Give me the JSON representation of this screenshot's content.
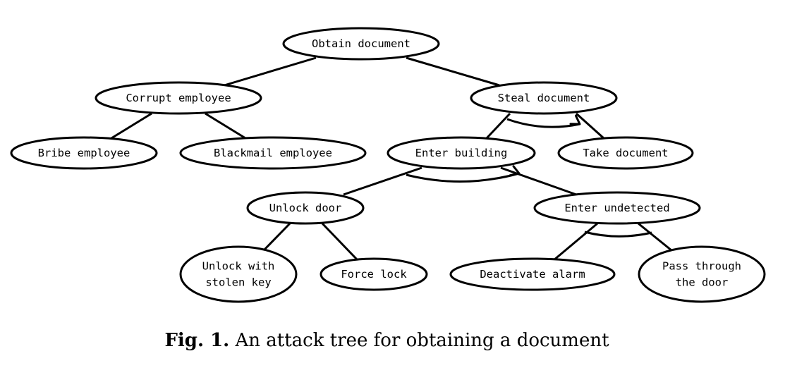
{
  "nodes": {
    "obtain_document": {
      "label": [
        "Obtain document"
      ]
    },
    "corrupt_employee": {
      "label": [
        "Corrupt employee"
      ]
    },
    "steal_document": {
      "label": [
        "Steal document"
      ]
    },
    "bribe_employee": {
      "label": [
        "Bribe employee"
      ]
    },
    "blackmail_employee": {
      "label": [
        "Blackmail employee"
      ]
    },
    "enter_building": {
      "label": [
        "Enter building"
      ]
    },
    "take_document": {
      "label": [
        "Take document"
      ]
    },
    "unlock_door": {
      "label": [
        "Unlock door"
      ]
    },
    "enter_undetected": {
      "label": [
        "Enter undetected"
      ]
    },
    "unlock_with_stolen_key": {
      "label": [
        "Unlock with",
        "stolen key"
      ]
    },
    "force_lock": {
      "label": [
        "Force lock"
      ]
    },
    "deactivate_alarm": {
      "label": [
        "Deactivate alarm"
      ]
    },
    "pass_through_door": {
      "label": [
        "Pass through",
        "the door"
      ]
    }
  },
  "edges": [
    {
      "from": "obtain_document",
      "to": "corrupt_employee"
    },
    {
      "from": "obtain_document",
      "to": "steal_document"
    },
    {
      "from": "corrupt_employee",
      "to": "bribe_employee"
    },
    {
      "from": "corrupt_employee",
      "to": "blackmail_employee"
    },
    {
      "from": "steal_document",
      "to": "enter_building"
    },
    {
      "from": "steal_document",
      "to": "take_document"
    },
    {
      "from": "enter_building",
      "to": "unlock_door"
    },
    {
      "from": "enter_building",
      "to": "enter_undetected"
    },
    {
      "from": "unlock_door",
      "to": "unlock_with_stolen_key"
    },
    {
      "from": "unlock_door",
      "to": "force_lock"
    },
    {
      "from": "enter_undetected",
      "to": "deactivate_alarm"
    },
    {
      "from": "enter_undetected",
      "to": "pass_through_door"
    }
  ],
  "conjunctions": [
    {
      "parent": "steal_document",
      "ordered": true
    },
    {
      "parent": "enter_building",
      "ordered": true
    },
    {
      "parent": "enter_undetected",
      "ordered": false
    }
  ],
  "caption": {
    "label": "Fig. 1.",
    "text": "An attack tree for obtaining a document"
  }
}
